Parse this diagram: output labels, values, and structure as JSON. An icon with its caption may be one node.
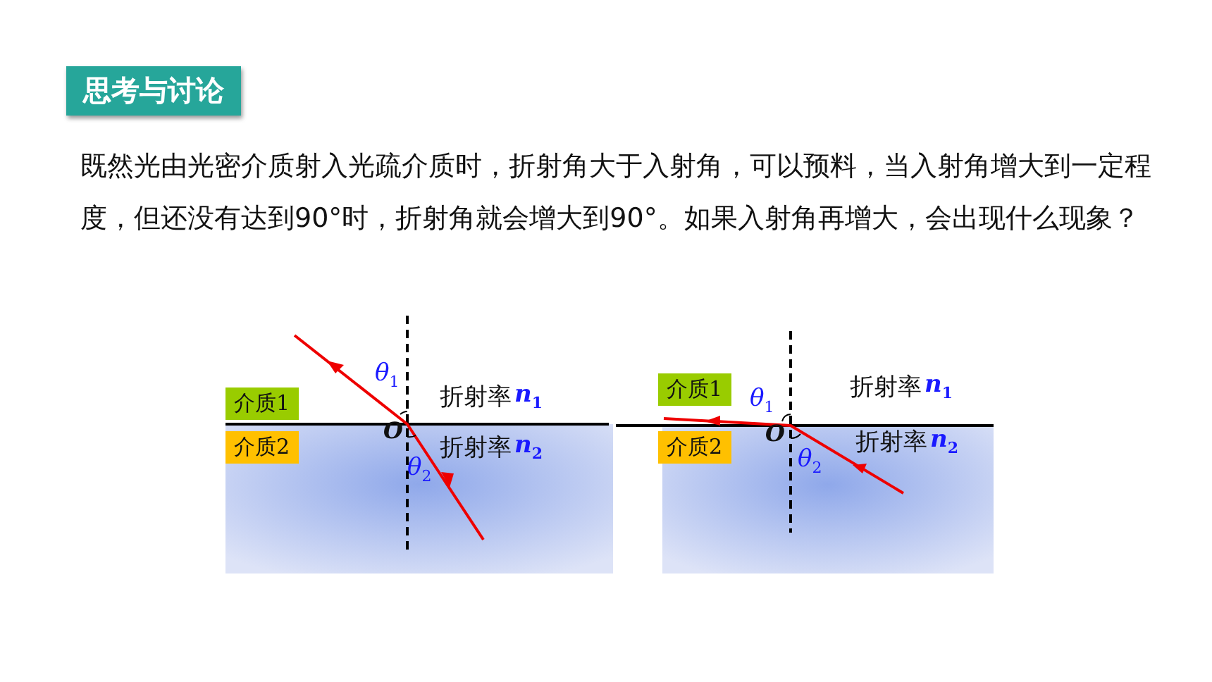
{
  "diagram": {
    "title": "思考与讨论",
    "nodes": [
      {
        "text": [
          "介质1"
        ]
      },
      {
        "text": [
          "介质2"
        ]
      },
      {
        "text": [
          "介质1"
        ]
      },
      {
        "text": [
          "介质2"
        ]
      }
    ],
    "labels": [
      "既然光由光密介质射入光疏介质时，折射角大于入射角，可以预料，当入射角增大到一定程度，但还没有达到90°时，折射角就会增大到90°。如果入射角再增大，会出现什么现象？",
      "θ$_{1}$",
      "折射率",
      "n$_{1}$",
      "O",
      "折射率",
      "n$_{2}$",
      "θ$_{2}$",
      "θ$_{1}$",
      "折射率",
      "n$_{1}$",
      "O",
      "折射率",
      "n$_{2}$",
      "θ$_{2}$"
    ]
  }
}
